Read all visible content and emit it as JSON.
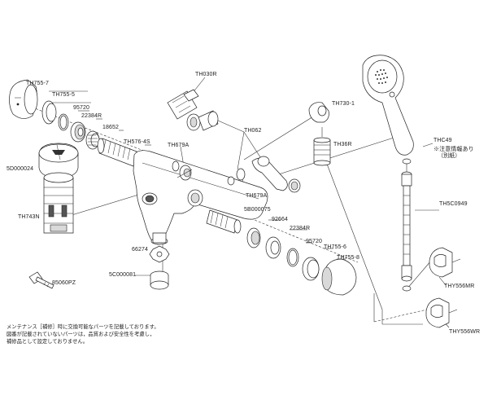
{
  "labels": [
    {
      "id": "TH755-7",
      "text": "TH755-7"
    },
    {
      "id": "TH755-5",
      "text": "TH755-5"
    },
    {
      "id": "95720a",
      "text": "95720"
    },
    {
      "id": "22384Ra",
      "text": "22384R"
    },
    {
      "id": "18652",
      "text": "18652"
    },
    {
      "id": "TH576-4S",
      "text": "TH576-4S"
    },
    {
      "id": "5D000024",
      "text": "5D000024"
    },
    {
      "id": "TH743N",
      "text": "TH743N"
    },
    {
      "id": "TH030R",
      "text": "TH030R"
    },
    {
      "id": "TH679Aa",
      "text": "TH679A"
    },
    {
      "id": "TH062",
      "text": "TH062"
    },
    {
      "id": "TH679Ab",
      "text": "TH679A"
    },
    {
      "id": "5B000075",
      "text": "5B000075"
    },
    {
      "id": "92664",
      "text": "92664"
    },
    {
      "id": "22384Rb",
      "text": "22384R"
    },
    {
      "id": "95720b",
      "text": "95720"
    },
    {
      "id": "TH755-6",
      "text": "TH755-6"
    },
    {
      "id": "TH755-8",
      "text": "TH755-8"
    },
    {
      "id": "66274",
      "text": "66274"
    },
    {
      "id": "5C000081",
      "text": "5C000081"
    },
    {
      "id": "85060PZ",
      "text": "85060PZ"
    },
    {
      "id": "TH730-1",
      "text": "TH730-1"
    },
    {
      "id": "TH36R",
      "text": "TH36R"
    },
    {
      "id": "THC49",
      "text": "THC49"
    },
    {
      "id": "THC49note1",
      "text": "※注意情報あり"
    },
    {
      "id": "THC49note2",
      "text": "（別紙）"
    },
    {
      "id": "TH5C0949",
      "text": "TH5C0949"
    },
    {
      "id": "THY556MR",
      "text": "THY556MR"
    },
    {
      "id": "THY556WR",
      "text": "THY556WR"
    }
  ],
  "notes": [
    "メンテナンス［補修］時に交換可能なパーツを記載しております。",
    "図番が記載されていないパーツは，品質および安全性を考慮し，",
    "補修品として設定しておりません。"
  ],
  "icons": [
    "shower-head-icon",
    "faucet-body-icon",
    "handle-cap-icon",
    "hose-icon",
    "hook-icon",
    "key-icon"
  ]
}
